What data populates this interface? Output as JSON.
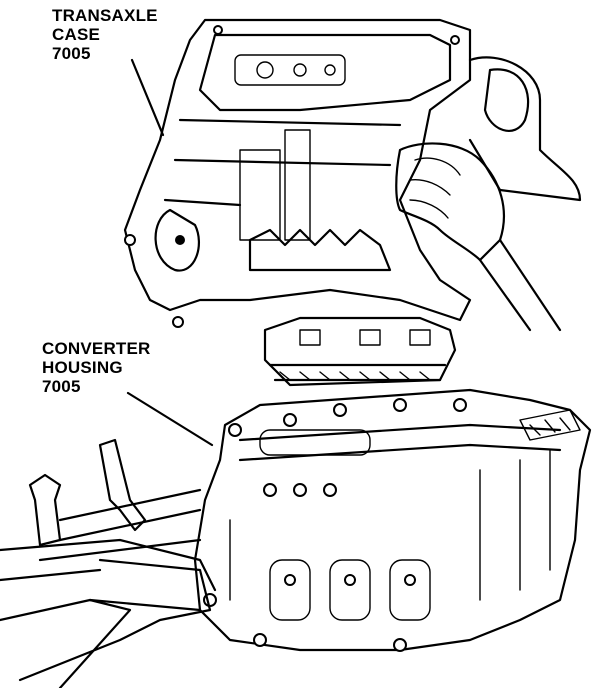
{
  "labels": {
    "transaxle_case": {
      "line1": "TRANSAXLE",
      "line2": "CASE",
      "line3": "7005"
    },
    "converter_housing": {
      "line1": "CONVERTER",
      "line2": "HOUSING",
      "line3": "7005"
    }
  },
  "colors": {
    "ink": "#000000",
    "paper": "#ffffff"
  }
}
